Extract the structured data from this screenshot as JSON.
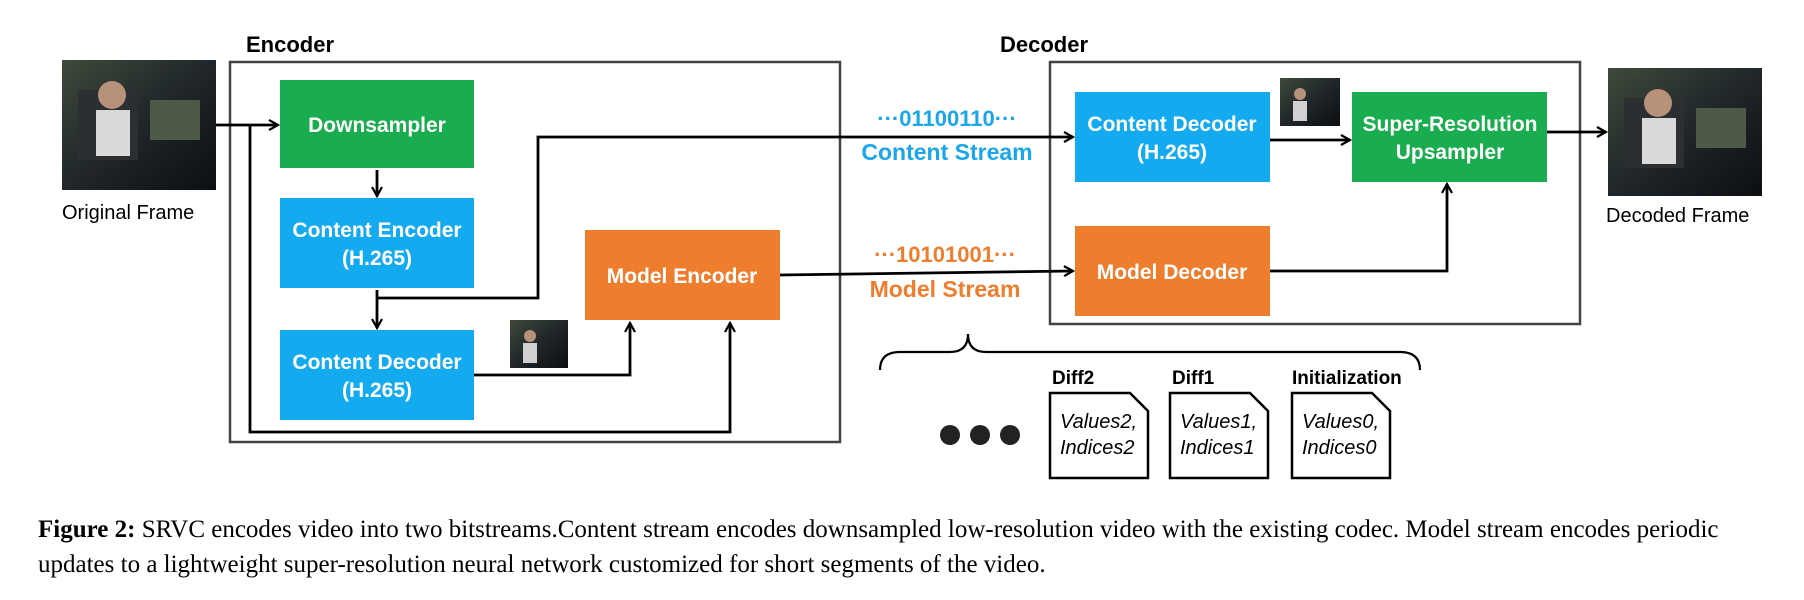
{
  "encoder": {
    "title": "Encoder",
    "downsampler": "Downsampler",
    "content_encoder": [
      "Content Encoder",
      "(H.265)"
    ],
    "content_decoder": [
      "Content Decoder",
      "(H.265)"
    ],
    "model_encoder": "Model Encoder"
  },
  "decoder": {
    "title": "Decoder",
    "content_decoder": [
      "Content Decoder",
      "(H.265)"
    ],
    "sr_upsampler": [
      "Super-Resolution",
      "Upsampler"
    ],
    "model_decoder": "Model Decoder"
  },
  "streams": {
    "content_bits": "···01100110···",
    "content_label": "Content Stream",
    "model_bits": "···10101001···",
    "model_label": "Model Stream"
  },
  "frames": {
    "original": "Original Frame",
    "decoded": "Decoded Frame"
  },
  "updates": [
    {
      "title": "Diff2",
      "line1": "Values2,",
      "line2": "Indices2"
    },
    {
      "title": "Diff1",
      "line1": "Values1,",
      "line2": "Indices1"
    },
    {
      "title": "Initialization",
      "line1": "Values0,",
      "line2": "Indices0"
    }
  ],
  "colors": {
    "green": "#1aad4f",
    "blue": "#14aaf0",
    "orange": "#ef7d2e",
    "content_stream": "#1aa6ea",
    "model_stream": "#ef7d2e"
  },
  "caption": {
    "label": "Figure 2:",
    "text": "SRVC encodes video into two bitstreams.Content stream encodes downsampled low-resolution video with the existing codec. Model stream encodes periodic updates to a lightweight super-resolution neural network customized for short segments of the video."
  }
}
